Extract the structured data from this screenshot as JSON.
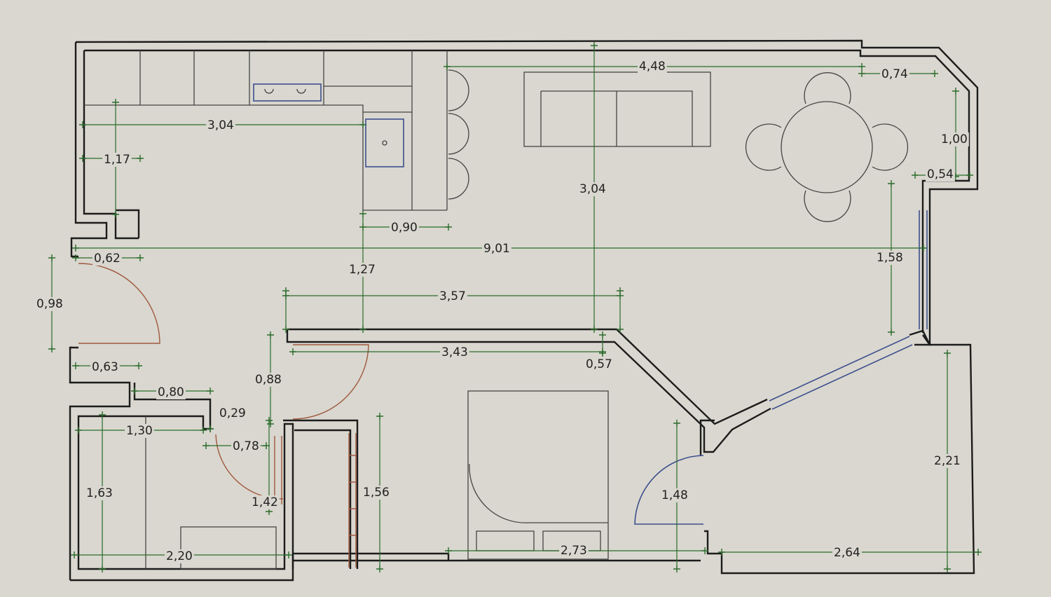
{
  "plan": {
    "dimensions": [
      {
        "id": "dim-kitchen-width",
        "text": "3,04"
      },
      {
        "id": "dim-kitchen-depth",
        "text": "1,17"
      },
      {
        "id": "dim-living-width",
        "text": "4,48"
      },
      {
        "id": "dim-corner-top",
        "text": "0,74"
      },
      {
        "id": "dim-corner-side",
        "text": "1,00"
      },
      {
        "id": "dim-corner-step",
        "text": "0,54"
      },
      {
        "id": "dim-living-depth",
        "text": "3,04"
      },
      {
        "id": "dim-counter-gap",
        "text": "0,90"
      },
      {
        "id": "dim-total-width",
        "text": "9,01"
      },
      {
        "id": "dim-entry-stub",
        "text": "0,62"
      },
      {
        "id": "dim-window-right",
        "text": "1,58"
      },
      {
        "id": "dim-hall-depth",
        "text": "1,27"
      },
      {
        "id": "dim-hall-width",
        "text": "3,57"
      },
      {
        "id": "dim-entry-door",
        "text": "0,98"
      },
      {
        "id": "dim-bedroom-top",
        "text": "3,43"
      },
      {
        "id": "dim-bedroom-notch",
        "text": "0,57"
      },
      {
        "id": "dim-stub-lower",
        "text": "0,63"
      },
      {
        "id": "dim-bath-notch",
        "text": "0,80"
      },
      {
        "id": "dim-door-gap",
        "text": "0,88"
      },
      {
        "id": "dim-bath-step",
        "text": "0,29"
      },
      {
        "id": "dim-bath-width",
        "text": "1,30"
      },
      {
        "id": "dim-bath-door",
        "text": "0,78"
      },
      {
        "id": "dim-bath-depth",
        "text": "1,63"
      },
      {
        "id": "dim-closet-depth",
        "text": "1,42"
      },
      {
        "id": "dim-wardrobe-depth",
        "text": "1,56"
      },
      {
        "id": "dim-bath-bottom",
        "text": "2,20"
      },
      {
        "id": "dim-bedroom-width",
        "text": "2,73"
      },
      {
        "id": "dim-terrace-depth-left",
        "text": "1,48"
      },
      {
        "id": "dim-terrace-depth-right",
        "text": "2,21"
      },
      {
        "id": "dim-terrace-width",
        "text": "2,64"
      }
    ]
  },
  "colors": {
    "paper": "#d9d7cf",
    "wall": "#1c1c1c",
    "dimension": "#2b6b2b",
    "door": "#a0583e",
    "glazing": "#3d4f8e"
  }
}
